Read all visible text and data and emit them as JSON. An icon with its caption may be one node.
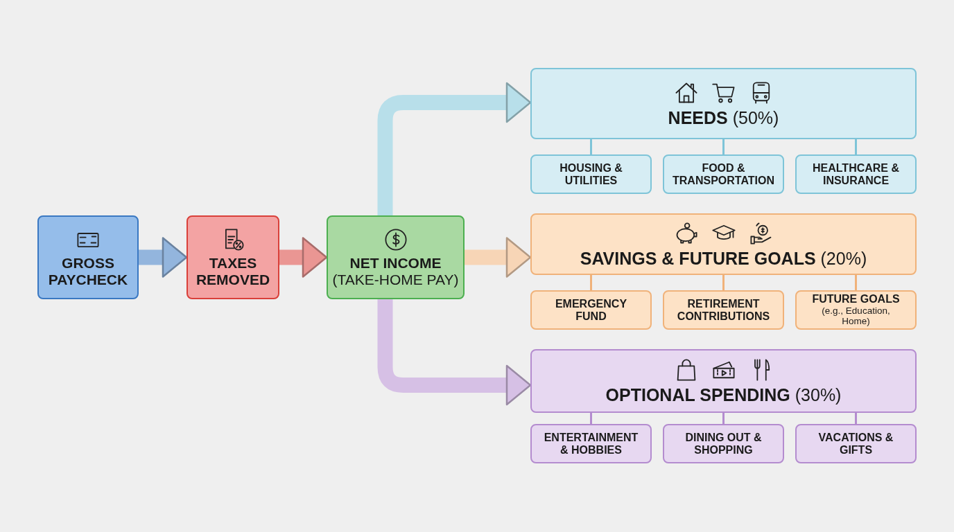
{
  "diagram": {
    "nodes": [
      {
        "text": [
          "GROSS PAYCHECK"
        ]
      },
      {
        "text": [
          "TAXES REMOVED"
        ]
      },
      {
        "text": [
          "NET INCOME",
          "(TAKE-HOME PAY)"
        ]
      },
      {
        "text": [
          "**NEEDS** (50%)"
        ]
      },
      {
        "text": [
          "HOUSING & UTILITIES"
        ]
      },
      {
        "text": [
          "FOOD & TRANSPORTATION"
        ]
      },
      {
        "text": [
          "HEALTHCARE & INSURANCE"
        ]
      },
      {
        "text": [
          "**SAVINGS & FUTURE GOALS** (20%)"
        ]
      },
      {
        "text": [
          "EMERGENCY FUND"
        ]
      },
      {
        "text": [
          "RETIREMENT CONTRIBUTIONS"
        ]
      },
      {
        "text": [
          "FUTURE GOALS",
          "(e.g., Education, Home)"
        ]
      },
      {
        "text": [
          "**OPTIONAL SPENDING** (30%)"
        ]
      },
      {
        "text": [
          "ENTERTAINMENT & HOBBIES"
        ]
      },
      {
        "text": [
          "DINING OUT & SHOPPING"
        ]
      },
      {
        "text": [
          "VACATIONS & GIFTS"
        ]
      }
    ],
    "edges": [
      {
        "from": 0,
        "to": 1,
        "arrow": "to",
        "style": "thick",
        "color": "#93b5dd"
      },
      {
        "from": 1,
        "to": 2,
        "arrow": "to",
        "style": "thick",
        "color": "#ea9693"
      },
      {
        "from": 2,
        "to": 3,
        "arrow": "to",
        "style": "thick",
        "color": "#b8dfea"
      },
      {
        "from": 2,
        "to": 7,
        "arrow": "to",
        "style": "thick",
        "color": "#f7d5b6"
      },
      {
        "from": 2,
        "to": 11,
        "arrow": "to",
        "style": "thick",
        "color": "#d6c0e5"
      },
      {
        "from": 3,
        "to": 4,
        "arrow": "none",
        "color": "#7ec4d8"
      },
      {
        "from": 3,
        "to": 5,
        "arrow": "none",
        "color": "#7ec4d8"
      },
      {
        "from": 3,
        "to": 6,
        "arrow": "none",
        "color": "#7ec4d8"
      },
      {
        "from": 7,
        "to": 8,
        "arrow": "none",
        "color": "#f0b27a"
      },
      {
        "from": 7,
        "to": 9,
        "arrow": "none",
        "color": "#f0b27a"
      },
      {
        "from": 7,
        "to": 10,
        "arrow": "none",
        "color": "#f0b27a"
      },
      {
        "from": 11,
        "to": 12,
        "arrow": "none",
        "color": "#b48ccf"
      },
      {
        "from": 11,
        "to": 13,
        "arrow": "none",
        "color": "#b48ccf"
      },
      {
        "from": 11,
        "to": 14,
        "arrow": "none",
        "color": "#b48ccf"
      }
    ]
  }
}
